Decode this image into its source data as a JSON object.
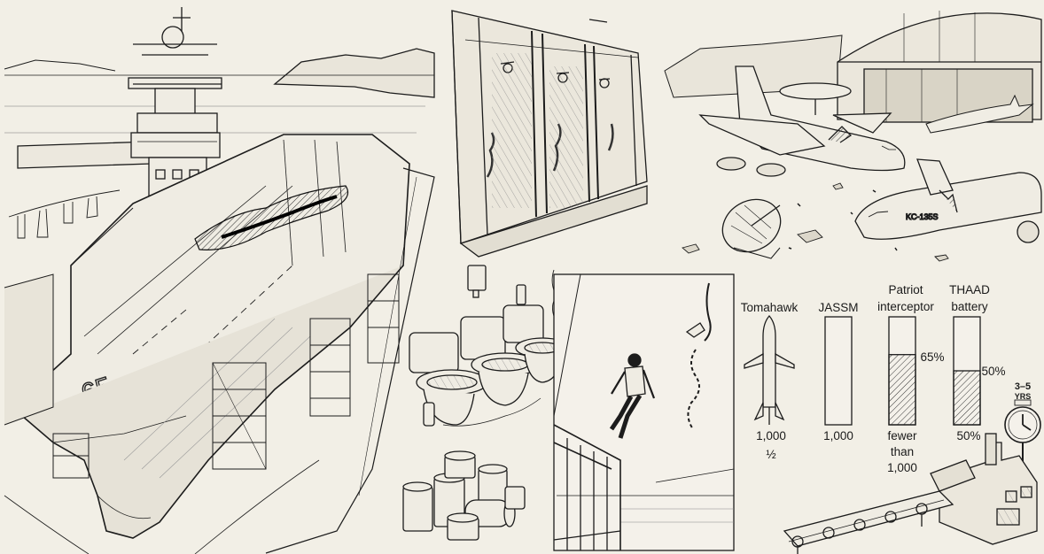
{
  "munitions": [
    {
      "name_line1": "Tomahawk",
      "name_line2": "",
      "val_line1": "1,000",
      "val_line2": "½",
      "val_line3": "",
      "fill_pct": ""
    },
    {
      "name_line1": "JASSM",
      "name_line2": "",
      "val_line1": "1,000",
      "val_line2": "",
      "val_line3": "",
      "fill_pct": ""
    },
    {
      "name_line1": "Patriot",
      "name_line2": "interceptor",
      "val_line1": "fewer",
      "val_line2": "than",
      "val_line3": "1,000",
      "fill_pct": "65%"
    },
    {
      "name_line1": "THAAD",
      "name_line2": "battery",
      "val_line1": "50%",
      "val_line2": "",
      "val_line3": "",
      "fill_pct": "50%"
    }
  ],
  "factory": {
    "time_line1": "3–5",
    "time_line2": "YRS"
  },
  "aircraft": {
    "tail_code": "KC-135S"
  },
  "carrier": {
    "hull_number": "65"
  },
  "colors": {
    "paper": "#f2efe6",
    "ink": "#1a1a1a"
  }
}
